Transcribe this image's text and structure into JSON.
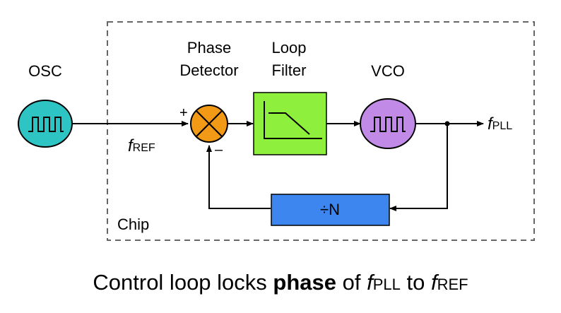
{
  "labels": {
    "osc": "OSC",
    "phase_detector_line1": "Phase",
    "phase_detector_line2": "Detector",
    "loop_filter_line1": "Loop",
    "loop_filter_line2": "Filter",
    "vco": "VCO",
    "f_ref_f": "f",
    "f_ref_sub": "REF",
    "f_pll_f": "f",
    "f_pll_sub": "PLL",
    "plus": "+",
    "minus": "–",
    "divider": "÷N",
    "chip": "Chip"
  },
  "caption": {
    "prefix": "Control loop locks ",
    "bold": "phase",
    "mid": " of ",
    "f1": "f",
    "f1_sub": "PLL",
    "to": " to ",
    "f2": "f",
    "f2_sub": "REF"
  },
  "colors": {
    "osc_fill": "#2ec4c4",
    "phase_detector_fill": "#f29a16",
    "loop_filter_fill": "#8ef03c",
    "vco_fill": "#c08ae6",
    "divider_fill": "#3d86f0",
    "line": "#000000",
    "chip_border": "#666666"
  }
}
